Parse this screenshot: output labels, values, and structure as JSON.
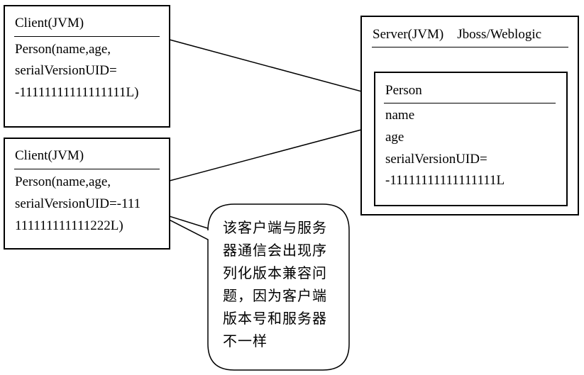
{
  "client1": {
    "title": "Client(JVM)",
    "line1": "Person(name,age,",
    "line2": "serialVersionUID=",
    "line3": "-11111111111111111L)"
  },
  "client2": {
    "title": "Client(JVM)",
    "line1": "Person(name,age,",
    "line2": "serialVersionUID=-111",
    "line3": "111111111111222L)"
  },
  "server": {
    "title": "Server(JVM)    Jboss/Weblogic",
    "person": {
      "title": "Person",
      "field1": "name",
      "field2": "age",
      "field3": "serialVersionUID=",
      "field4": "-11111111111111111L"
    }
  },
  "callout": {
    "line1": "该客户端与服务",
    "line2": "器通信会出现序",
    "line3": "列化版本兼容问",
    "line4": "题，因为客户端",
    "line5": "版本号和服务器",
    "line6": "不一样"
  }
}
